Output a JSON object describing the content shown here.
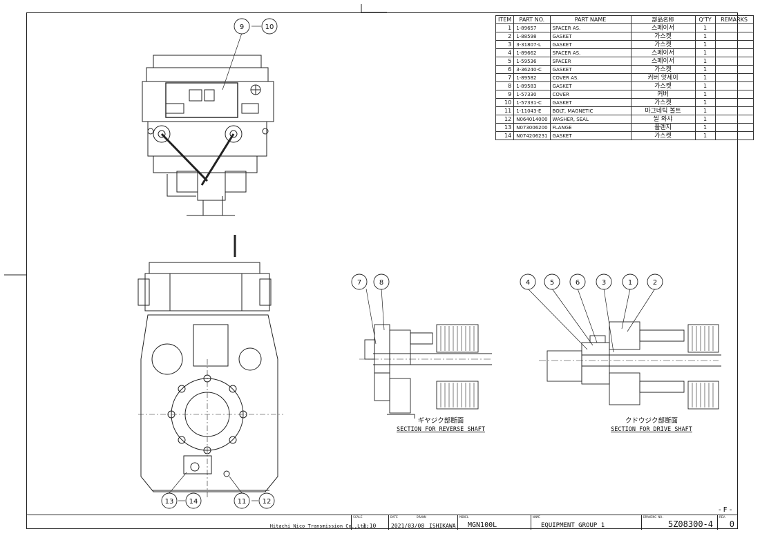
{
  "parts_table": {
    "headers": [
      "ITEM",
      "PART NO.",
      "PART NAME",
      "部品名称",
      "Q'TY",
      "REMARKS"
    ],
    "rows": [
      {
        "item": "1",
        "part_no": "1-89657",
        "part_name": "SPACER AS.",
        "name_kr": "스페이서",
        "qty": "1",
        "remarks": ""
      },
      {
        "item": "2",
        "part_no": "1-88598",
        "part_name": "GASKET",
        "name_kr": "가스켓",
        "qty": "1",
        "remarks": ""
      },
      {
        "item": "3",
        "part_no": "3-31807-L",
        "part_name": "GASKET",
        "name_kr": "가스켓",
        "qty": "1",
        "remarks": ""
      },
      {
        "item": "4",
        "part_no": "1-89662",
        "part_name": "SPACER AS.",
        "name_kr": "스페이서",
        "qty": "1",
        "remarks": ""
      },
      {
        "item": "5",
        "part_no": "1-59536",
        "part_name": "SPACER",
        "name_kr": "스페이서",
        "qty": "1",
        "remarks": ""
      },
      {
        "item": "6",
        "part_no": "3-36240-C",
        "part_name": "GASKET",
        "name_kr": "가스켓",
        "qty": "1",
        "remarks": ""
      },
      {
        "item": "7",
        "part_no": "1-89582",
        "part_name": "COVER AS.",
        "name_kr": "커버 앗세이",
        "qty": "1",
        "remarks": ""
      },
      {
        "item": "8",
        "part_no": "1-89583",
        "part_name": "GASKET",
        "name_kr": "가스켓",
        "qty": "1",
        "remarks": ""
      },
      {
        "item": "9",
        "part_no": "1-57330",
        "part_name": "COVER",
        "name_kr": "커버",
        "qty": "1",
        "remarks": ""
      },
      {
        "item": "10",
        "part_no": "1-57331-C",
        "part_name": "GASKET",
        "name_kr": "가스켓",
        "qty": "1",
        "remarks": ""
      },
      {
        "item": "11",
        "part_no": "1-11043-E",
        "part_name": "BOLT, MAGNETIC",
        "name_kr": "마그네틱 볼트",
        "qty": "1",
        "remarks": ""
      },
      {
        "item": "12",
        "part_no": "N064014000",
        "part_name": "WASHER, SEAL",
        "name_kr": "씰 와샤",
        "qty": "1",
        "remarks": ""
      },
      {
        "item": "13",
        "part_no": "N073006200",
        "part_name": "FLANGE",
        "name_kr": "플렌지",
        "qty": "1",
        "remarks": ""
      },
      {
        "item": "14",
        "part_no": "N074206231",
        "part_name": "GASKET",
        "name_kr": "가스켓",
        "qty": "1",
        "remarks": ""
      }
    ]
  },
  "callouts": {
    "c9": "9",
    "c10": "10",
    "c13": "13",
    "c14": "14",
    "c11": "11",
    "c12": "12",
    "c7": "7",
    "c8": "8",
    "c4": "4",
    "c5": "5",
    "c6": "6",
    "c3": "3",
    "c1": "1",
    "c2": "2"
  },
  "captions": {
    "reverse_jp": "ギヤジク部断面",
    "reverse_en": "SECTION FOR REVERSE SHAFT",
    "drive_jp": "クドウジク部断面",
    "drive_en": "SECTION FOR DRIVE SHAFT"
  },
  "revision_mark": "- F -",
  "title_block": {
    "company": "Hitachi Nico Transmission Co.,Ltd.",
    "scale_label": "SCALE",
    "scale": "1:10",
    "date_label": "DATE",
    "date": "2021/03/08",
    "drawn_label": "DRAWN",
    "drawn": "ISHIKAWA",
    "model_label": "MODEL",
    "model": "MGN100L",
    "name_label": "NAME",
    "name": "EQUIPMENT GROUP 1",
    "drawing_no_label": "DRAWING NO.",
    "drawing_no": "5Z08300-4",
    "rev_label": "REV.",
    "rev": "0"
  }
}
